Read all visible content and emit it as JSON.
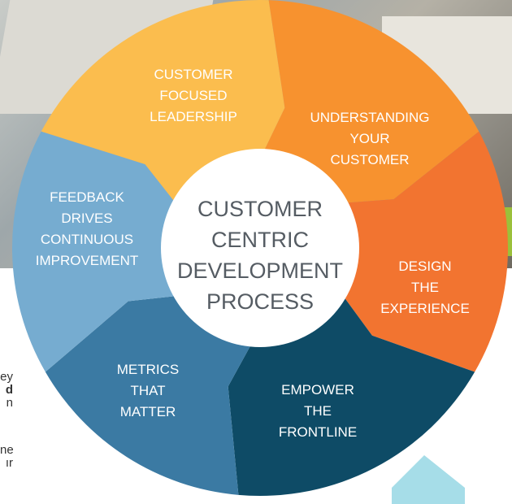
{
  "center": {
    "line1": "CUSTOMER",
    "line2": "CENTRIC",
    "line3": "DEVELOPMENT",
    "line4": "PROCESS"
  },
  "segments": [
    {
      "lines": [
        "CUSTOMER",
        "FOCUSED",
        "LEADERSHIP"
      ],
      "color": "#fbbd4e"
    },
    {
      "lines": [
        "UNDERSTANDING",
        "YOUR",
        "CUSTOMER"
      ],
      "color": "#f7922f"
    },
    {
      "lines": [
        "DESIGN",
        "THE",
        "EXPERIENCE"
      ],
      "color": "#f27430"
    },
    {
      "lines": [
        "EMPOWER",
        "THE",
        "FRONTLINE"
      ],
      "color": "#0e4b66"
    },
    {
      "lines": [
        "METRICS",
        "THAT",
        "MATTER"
      ],
      "color": "#3b7aa3"
    },
    {
      "lines": [
        "FEEDBACK",
        "DRIVES",
        "CONTINUOUS",
        "IMPROVEMENT"
      ],
      "color": "#76acd0"
    }
  ],
  "side_text": {
    "line1": "ey",
    "line2": "d",
    "line3": "n",
    "line4": "ne",
    "line5": "ır"
  },
  "colors": {
    "center_fill": "#ffffff",
    "center_text": "#555c63",
    "accent_teal": "#a6dde8"
  }
}
